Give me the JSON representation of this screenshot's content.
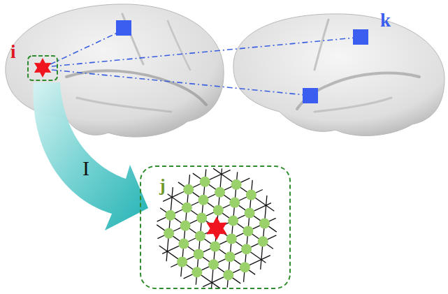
{
  "diagram": {
    "nodes": [
      {
        "text": [
          "j"
        ]
      }
    ],
    "labels": [
      "i",
      "k",
      "I"
    ]
  }
}
